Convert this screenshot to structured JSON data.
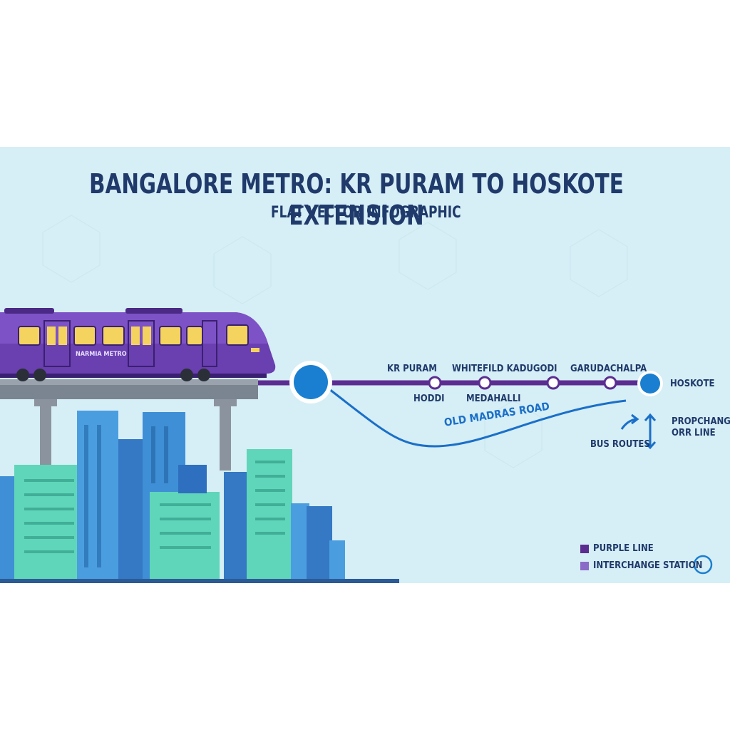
{
  "title": "BANGALORE METRO: KR PURAM TO HOSKOTE EXTENSION",
  "subtitle": "FLAT VECTOR INFOGRAPHIC",
  "train_label": "NARMIA METRO",
  "stations_top": [
    "KR PURAM",
    "WHITEFILD KADUGODI",
    "GARUDACHALPA"
  ],
  "stations_bottom": [
    "HODDI",
    "MEDAHALLI"
  ],
  "terminal": "HOSKOTE",
  "road_label": "OLD MADRAS ROAD",
  "bus_routes": "BUS ROUTES",
  "interchange_note": [
    "PROPCHANGE",
    "ORR LINE"
  ],
  "legend": [
    {
      "label": "PURPLE LINE",
      "color": "#5b2d91"
    },
    {
      "label": "INTERCHANGE STATION",
      "color": "#8a6cc8"
    }
  ],
  "colors": {
    "background": "#d6eef5",
    "metro_line": "#5b2d91",
    "station_blue": "#1a7fd0",
    "road": "#1a6fc9",
    "title": "#1f3a6b"
  }
}
